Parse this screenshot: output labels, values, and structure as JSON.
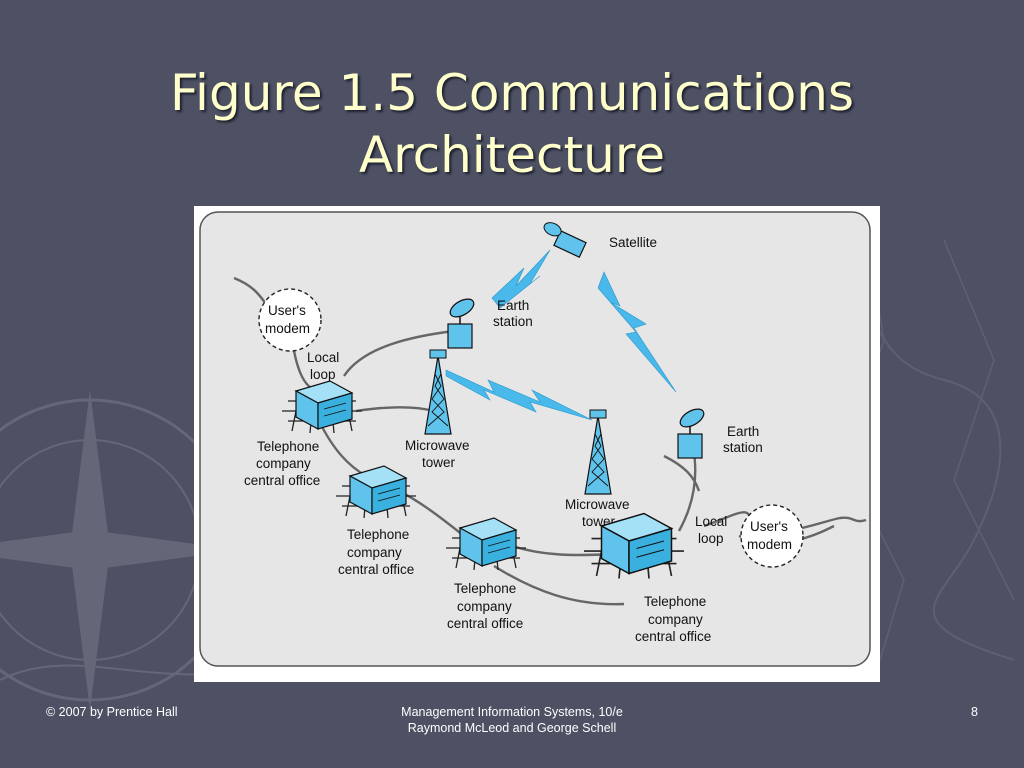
{
  "slide": {
    "title_line1": "Figure 1.5 Communications",
    "title_line2": "Architecture",
    "colors": {
      "background": "#4d5163",
      "title": "#ffffcc",
      "device": "#5fc3ec",
      "figure_bg": "#e6e6e6"
    }
  },
  "diagram": {
    "labels": {
      "satellite": "Satellite",
      "earth_station_left": [
        "Earth",
        "station"
      ],
      "earth_station_right": [
        "Earth",
        "station"
      ],
      "users_modem_left": [
        "User's",
        "modem"
      ],
      "users_modem_right": [
        "User's",
        "modem"
      ],
      "local_loop_left": [
        "Local",
        "loop"
      ],
      "local_loop_right": [
        "Local",
        "loop"
      ],
      "microwave_tower_left": [
        "Microwave",
        "tower"
      ],
      "microwave_tower_right": [
        "Microwave",
        "tower"
      ],
      "office_1": [
        "Telephone",
        "company",
        "central office"
      ],
      "office_2": [
        "Telephone",
        "company",
        "central office"
      ],
      "office_3": [
        "Telephone",
        "company",
        "central office"
      ],
      "office_4": [
        "Telephone",
        "company",
        "central office"
      ]
    }
  },
  "footer": {
    "left": "© 2007 by Prentice Hall",
    "center_line1": "Management Information Systems, 10/e",
    "center_line2": "Raymond McLeod and George Schell",
    "page_number": "8"
  }
}
